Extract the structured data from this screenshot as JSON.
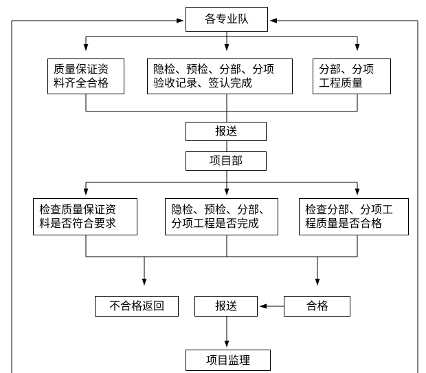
{
  "colors": {
    "line": "#000000",
    "box_border": "#000000",
    "background": "#ffffff"
  },
  "nodes": {
    "teams": "各专业队",
    "qa_materials": "质量保证资\n料齐全合格",
    "inspection_records": "隐检、预检、分部、分项\n验收记录、签认完成",
    "subproject_quality": "分部、分项\n工程质量",
    "submit_top": "报送",
    "project_dept": "项目部",
    "check_qa_materials": "检查质量保证资\n料是否符合要求",
    "check_inspections_done": "隐检、预检、分部、\n分项工程是否完成",
    "check_quality_qualified": "检查分部、分项工\n程质量是否合格",
    "unqualified_return": "不合格返回",
    "submit_bottom": "报送",
    "qualified": "合格",
    "project_supervision": "项目监理"
  }
}
